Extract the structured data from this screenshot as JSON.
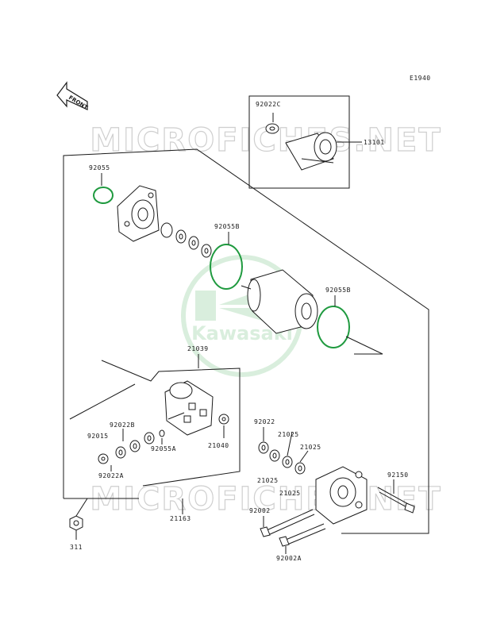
{
  "diagram_code": "E1940",
  "front_label": "FRONT",
  "watermark_text": "MICROFICHES.NET",
  "logo_text": "Kawasaki",
  "colors": {
    "logo": "#d9eedd",
    "oring": "#1f9a3f",
    "line": "#1a1a1a",
    "watermark": "#cfcfcf"
  },
  "parts": {
    "p92022C": "92022C",
    "p13101": "13101",
    "p92055": "92055",
    "p92055B_upper": "92055B",
    "p92055B_right": "92055B",
    "p21039": "21039",
    "p92022B": "92022B",
    "p92015": "92015",
    "p92022A": "92022A",
    "p92055A": "92055A",
    "p21040": "21040",
    "p92022": "92022",
    "p21025_a": "21025",
    "p21025_b": "21025",
    "p21025_c": "21025",
    "p21025_d": "21025",
    "p92150": "92150",
    "p92002": "92002",
    "p92002A": "92002A",
    "p21163": "21163",
    "p311": "311"
  }
}
